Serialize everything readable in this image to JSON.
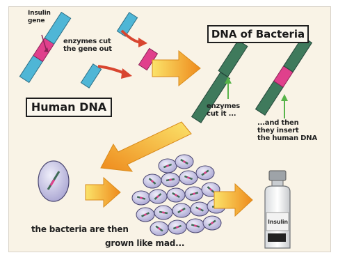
{
  "labels": {
    "insulin_gene": "Insulin\ngene",
    "enzymes_cut_gene": "enzymes cut\nthe gene out",
    "human_dna": "Human DNA",
    "dna_of_bacteria": "DNA of Bacteria",
    "enzymes_cut_it": "enzymes\ncut it ...",
    "insert_human_dna": "...and then\nthey insert\nthe human DNA",
    "grown_line1": "the bacteria are then",
    "grown_line2": "grown like mad...",
    "vial_label": "Insulin"
  },
  "colors": {
    "background": "#f9f3e6",
    "human_dna": "#4fb6d6",
    "insulin_gene": "#e0408c",
    "bacteria_dna": "#3f7a5c",
    "process_arrow": "#f3a11f",
    "cut_arrow": "#d8452f",
    "bacteria_cell": "#c6c3e2"
  }
}
